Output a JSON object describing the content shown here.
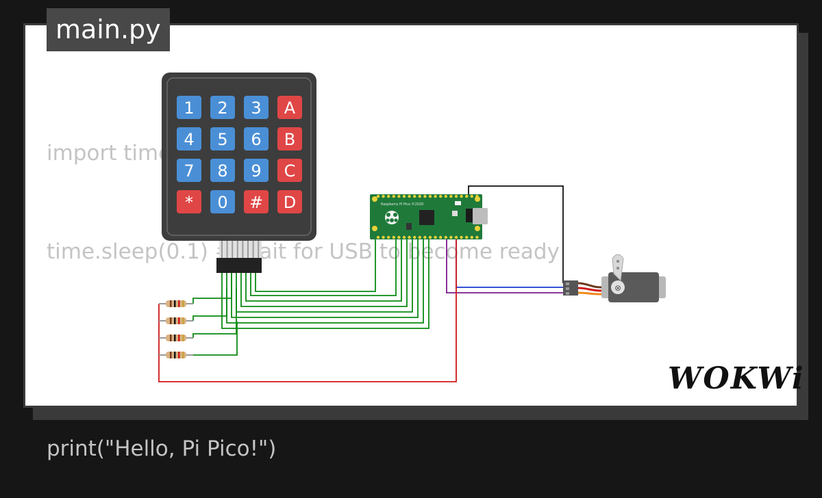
{
  "editor": {
    "tab_label": "main.py",
    "code_lines": [
      "import time",
      "time.sleep(0.1) # Wait for USB to become ready",
      "",
      "print(\"Hello, Pi Pico!\")"
    ]
  },
  "keypad": {
    "keys": [
      {
        "label": "1",
        "kind": "num"
      },
      {
        "label": "2",
        "kind": "num"
      },
      {
        "label": "3",
        "kind": "num"
      },
      {
        "label": "A",
        "kind": "func"
      },
      {
        "label": "4",
        "kind": "num"
      },
      {
        "label": "5",
        "kind": "num"
      },
      {
        "label": "6",
        "kind": "num"
      },
      {
        "label": "B",
        "kind": "func"
      },
      {
        "label": "7",
        "kind": "num"
      },
      {
        "label": "8",
        "kind": "num"
      },
      {
        "label": "9",
        "kind": "num"
      },
      {
        "label": "C",
        "kind": "func"
      },
      {
        "label": "*",
        "kind": "func"
      },
      {
        "label": "0",
        "kind": "num"
      },
      {
        "label": "#",
        "kind": "func"
      },
      {
        "label": "D",
        "kind": "func"
      }
    ],
    "colors": {
      "num": "#4a8fd6",
      "func": "#e04646",
      "body": "#3d3d3d"
    }
  },
  "pico": {
    "label": "Raspberry Pi Pico ©2020",
    "board_color": "#1f7a3a"
  },
  "wires": {
    "green": "#0a8a12",
    "purple": "#7a1a8a",
    "blue": "#1a3ad0",
    "black": "#111111",
    "red": "#d01818"
  },
  "brand": {
    "logo_text": "WOKWi"
  }
}
